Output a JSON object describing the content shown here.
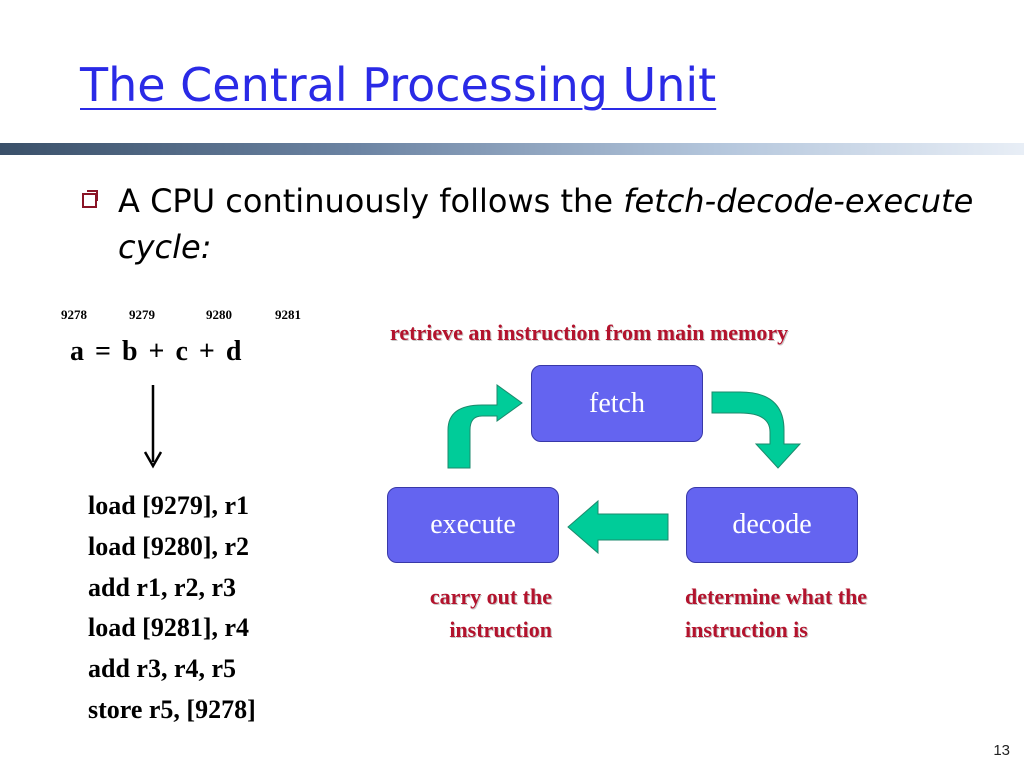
{
  "slide": {
    "title": "The Central Processing Unit",
    "page_number": "13"
  },
  "bullet": {
    "prefix": "A CPU continuously follows the ",
    "emphasis": "fetch-decode-execute cycle:"
  },
  "expression": {
    "text": "a = b + c + d",
    "addresses": [
      "9278",
      "9279",
      "9280",
      "9281"
    ]
  },
  "code": [
    "load [9279], r1",
    "load [9280], r2",
    "add r1, r2, r3",
    "load [9281], r4",
    "add r3, r4, r5",
    "store r5, [9278]"
  ],
  "cycle": {
    "fetch": {
      "label": "fetch",
      "caption": "retrieve an instruction from main memory"
    },
    "decode": {
      "label": "decode",
      "caption_line1": "determine what the",
      "caption_line2": "instruction is"
    },
    "execute": {
      "label": "execute",
      "caption_line1": "carry out the",
      "caption_line2": "instruction"
    }
  },
  "colors": {
    "title": "#2a2ae6",
    "node_fill": "#6464f0",
    "arrow_fill": "#00cc99",
    "caption": "#b3132d",
    "bullet": "#8a1426"
  }
}
